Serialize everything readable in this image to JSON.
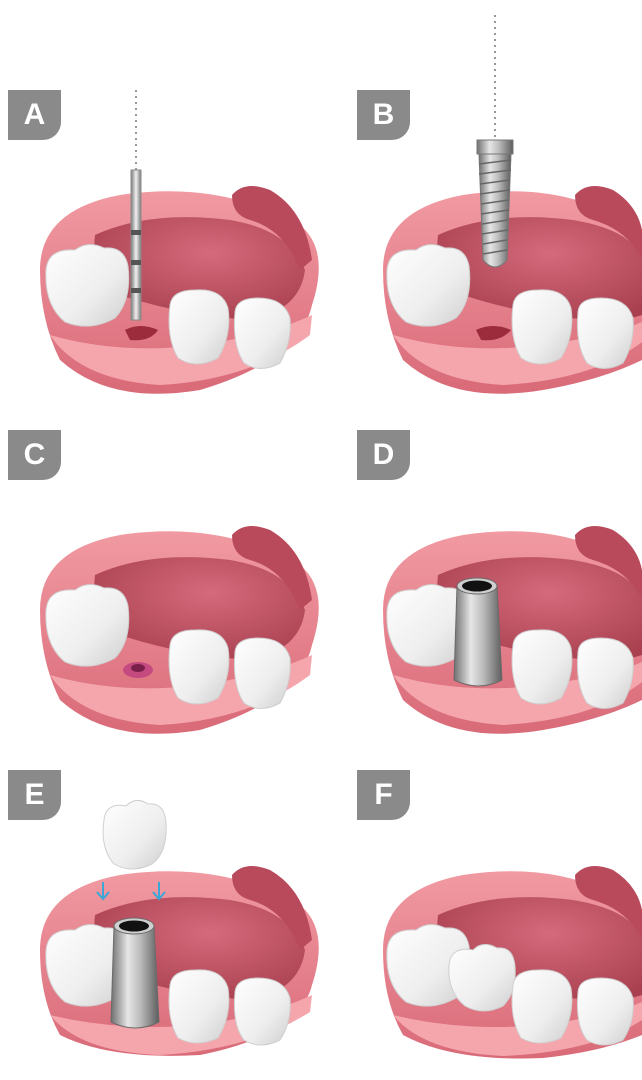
{
  "steps": [
    {
      "label": "A",
      "content": "drill"
    },
    {
      "label": "B",
      "content": "implant"
    },
    {
      "label": "C",
      "content": "healing"
    },
    {
      "label": "D",
      "content": "abutment"
    },
    {
      "label": "E",
      "content": "crown"
    },
    {
      "label": "F",
      "content": "final"
    }
  ],
  "colors": {
    "badge": "#8a8a8a",
    "gum": "#e9868f",
    "tongue": "#c7596b",
    "tooth": "#f4f4f4",
    "metal": "#a8a8a8",
    "arrow": "#3aa7d6"
  }
}
